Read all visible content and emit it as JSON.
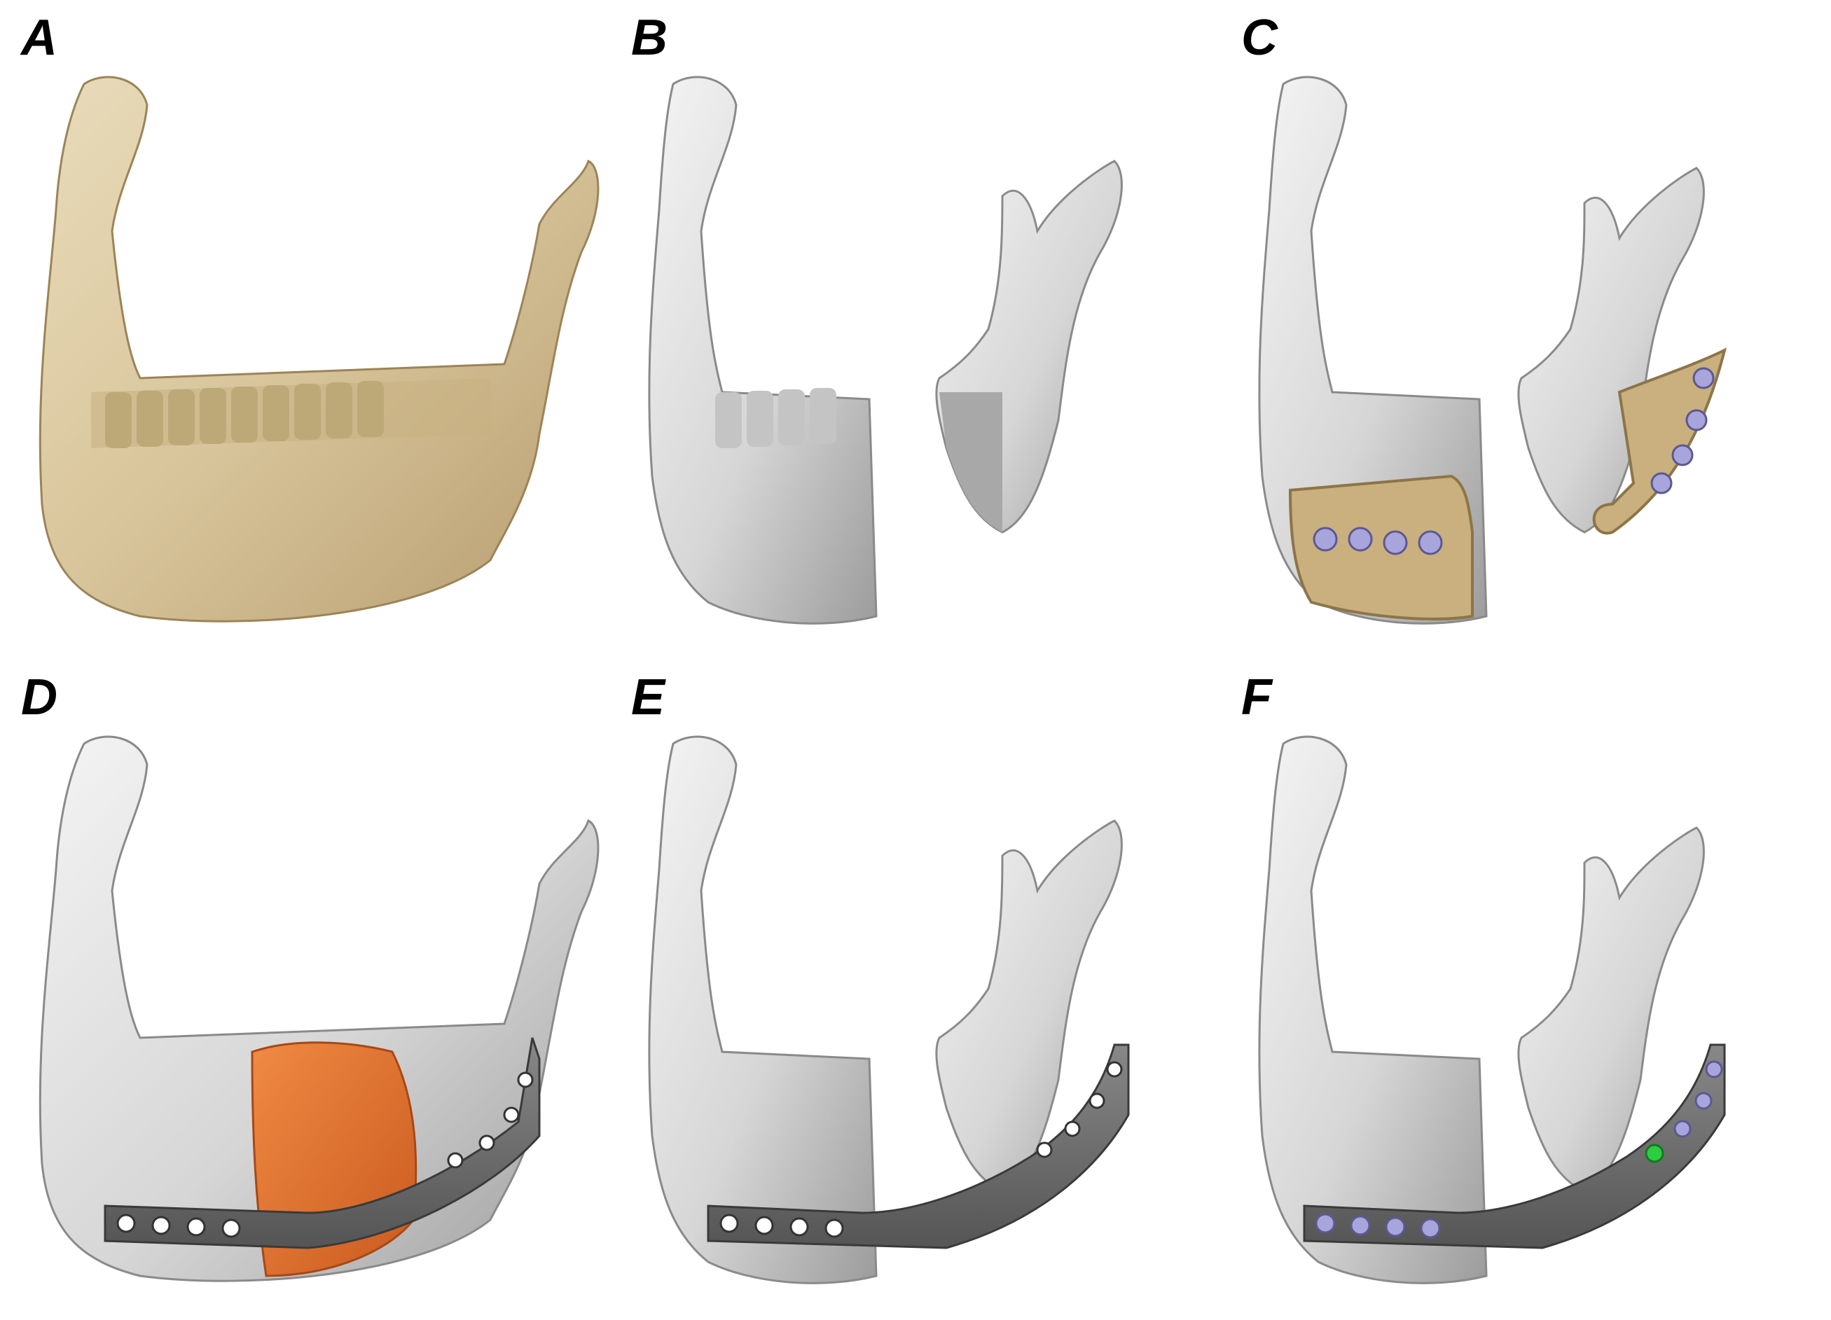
{
  "figure": {
    "panels": [
      {
        "label": "A",
        "content": "mandible"
      },
      {
        "label": "B",
        "content": "mandible-resected"
      },
      {
        "label": "C",
        "content": "mandible-resected-with-cutting-guides"
      },
      {
        "label": "D",
        "content": "mandible-with-tumor-and-plate"
      },
      {
        "label": "E",
        "content": "mandible-resected-with-plate"
      },
      {
        "label": "F",
        "content": "mandible-resected-with-plate-and-screws"
      }
    ]
  },
  "colors": {
    "bone_tan": "#d8c49a",
    "bone_gray": "#d4d4d4",
    "cut_face": "#a8a8a8",
    "tumor": "#e2732f",
    "plate": "#6a6a6a",
    "guide": "#c9b07e",
    "screw": "#a8a4dc",
    "screw_highlight": "#2ecc40"
  }
}
